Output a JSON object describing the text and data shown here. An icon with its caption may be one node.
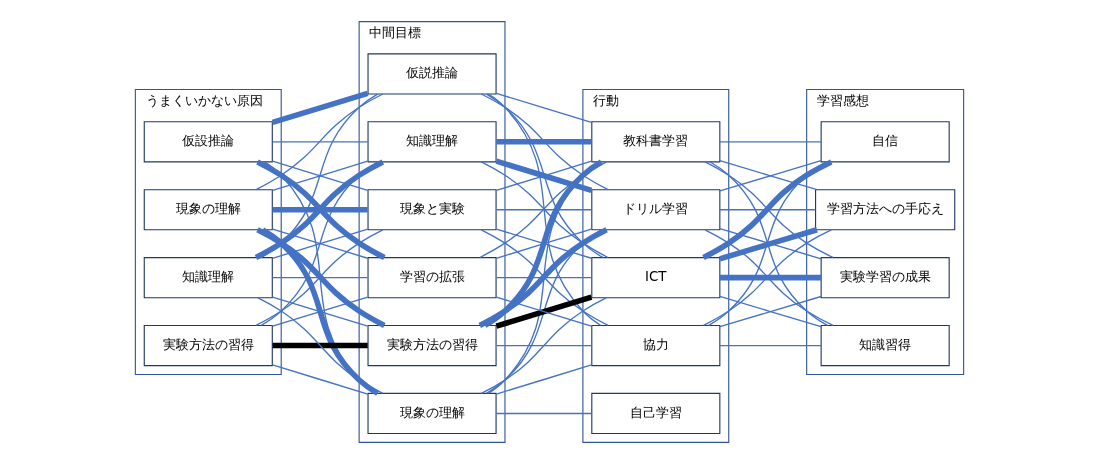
{
  "diagram": {
    "nodes": [
      {
        "text": [
          "うまくいかない原因"
        ]
      },
      {
        "text": [
          "現象の理解"
        ],
        "in": 0
      },
      {
        "text": [
          "仮設推論"
        ],
        "in": 0
      },
      {
        "text": [
          "実験方法の習得"
        ],
        "in": 0
      },
      {
        "text": [
          "知識理解"
        ],
        "in": 0
      },
      {
        "text": [
          "中間目標"
        ]
      },
      {
        "text": [
          "現象の理解"
        ],
        "in": 5
      },
      {
        "text": [
          "現象と実験"
        ],
        "in": 5
      },
      {
        "text": [
          "仮説推論"
        ],
        "in": 5
      },
      {
        "text": [
          "実験方法の習得"
        ],
        "in": 5
      },
      {
        "text": [
          "学習の拡張"
        ],
        "in": 5
      },
      {
        "text": [
          "知識理解"
        ],
        "in": 5
      },
      {
        "text": [
          "行動"
        ]
      },
      {
        "text": [
          "教科書学習"
        ],
        "in": 12
      },
      {
        "text": [
          "ドリル学習"
        ],
        "in": 12
      },
      {
        "text": [
          "協力"
        ],
        "in": 12
      },
      {
        "text": [
          "自己学習"
        ],
        "in": 12
      },
      {
        "text": [
          "ICT"
        ],
        "in": 12
      },
      {
        "text": [
          "学習感想"
        ]
      },
      {
        "text": [
          "自信"
        ],
        "in": 18
      },
      {
        "text": [
          "学習方法への手応え"
        ],
        "in": 18
      },
      {
        "text": [
          "実験学習の成果"
        ],
        "in": 18
      },
      {
        "text": [
          "知識習得"
        ],
        "in": 18
      }
    ],
    "edges": [
      {
        "from": 1,
        "to": 6,
        "arrow": "none",
        "style": "thick"
      },
      {
        "from": 1,
        "to": 7,
        "arrow": "none",
        "style": "thick"
      },
      {
        "from": 1,
        "to": 8,
        "arrow": "none"
      },
      {
        "from": 1,
        "to": 9,
        "arrow": "none",
        "style": "thick"
      },
      {
        "from": 1,
        "to": 10,
        "arrow": "none"
      },
      {
        "from": 1,
        "to": 11,
        "arrow": "none"
      },
      {
        "from": 2,
        "to": 6,
        "arrow": "none"
      },
      {
        "from": 2,
        "to": 7,
        "arrow": "none"
      },
      {
        "from": 2,
        "to": 8,
        "arrow": "none",
        "style": "thick"
      },
      {
        "from": 2,
        "to": 10,
        "arrow": "none",
        "style": "thick"
      },
      {
        "from": 2,
        "to": 11,
        "arrow": "none"
      },
      {
        "from": 3,
        "to": 6,
        "arrow": "none"
      },
      {
        "from": 3,
        "to": 7,
        "arrow": "none"
      },
      {
        "from": 3,
        "to": 9,
        "arrow": "none",
        "style": "thick",
        "color": "#000000"
      },
      {
        "from": 3,
        "to": 10,
        "arrow": "none"
      },
      {
        "from": 3,
        "to": 11,
        "arrow": "none"
      },
      {
        "from": 4,
        "to": 6,
        "arrow": "none"
      },
      {
        "from": 4,
        "to": 7,
        "arrow": "none"
      },
      {
        "from": 4,
        "to": 8,
        "arrow": "none"
      },
      {
        "from": 4,
        "to": 9,
        "arrow": "none"
      },
      {
        "from": 4,
        "to": 10,
        "arrow": "none"
      },
      {
        "from": 4,
        "to": 11,
        "arrow": "none",
        "style": "thick"
      },
      {
        "from": 6,
        "to": 13,
        "arrow": "none"
      },
      {
        "from": 6,
        "to": 14,
        "arrow": "none"
      },
      {
        "from": 6,
        "to": 15,
        "arrow": "none"
      },
      {
        "from": 6,
        "to": 16,
        "arrow": "none"
      },
      {
        "from": 6,
        "to": 17,
        "arrow": "none"
      },
      {
        "from": 7,
        "to": 13,
        "arrow": "none"
      },
      {
        "from": 7,
        "to": 14,
        "arrow": "none"
      },
      {
        "from": 7,
        "to": 15,
        "arrow": "none"
      },
      {
        "from": 7,
        "to": 17,
        "arrow": "none"
      },
      {
        "from": 8,
        "to": 13,
        "arrow": "none"
      },
      {
        "from": 8,
        "to": 14,
        "arrow": "none"
      },
      {
        "from": 8,
        "to": 15,
        "arrow": "none"
      },
      {
        "from": 8,
        "to": 17,
        "arrow": "none"
      },
      {
        "from": 9,
        "to": 13,
        "arrow": "none",
        "style": "thick"
      },
      {
        "from": 9,
        "to": 14,
        "arrow": "none",
        "style": "thick"
      },
      {
        "from": 9,
        "to": 15,
        "arrow": "none"
      },
      {
        "from": 9,
        "to": 17,
        "arrow": "none",
        "style": "thick",
        "color": "#000000"
      },
      {
        "from": 10,
        "to": 13,
        "arrow": "none"
      },
      {
        "from": 10,
        "to": 14,
        "arrow": "none"
      },
      {
        "from": 10,
        "to": 15,
        "arrow": "none"
      },
      {
        "from": 10,
        "to": 17,
        "arrow": "none"
      },
      {
        "from": 11,
        "to": 13,
        "arrow": "none",
        "style": "thick"
      },
      {
        "from": 11,
        "to": 14,
        "arrow": "none",
        "style": "thick"
      },
      {
        "from": 11,
        "to": 17,
        "arrow": "none"
      },
      {
        "from": 13,
        "to": 19,
        "arrow": "none"
      },
      {
        "from": 13,
        "to": 20,
        "arrow": "none"
      },
      {
        "from": 13,
        "to": 21,
        "arrow": "none"
      },
      {
        "from": 13,
        "to": 22,
        "arrow": "none"
      },
      {
        "from": 14,
        "to": 19,
        "arrow": "none"
      },
      {
        "from": 14,
        "to": 20,
        "arrow": "none"
      },
      {
        "from": 14,
        "to": 21,
        "arrow": "none"
      },
      {
        "from": 14,
        "to": 22,
        "arrow": "none"
      },
      {
        "from": 15,
        "to": 19,
        "arrow": "none"
      },
      {
        "from": 15,
        "to": 20,
        "arrow": "none"
      },
      {
        "from": 15,
        "to": 21,
        "arrow": "none"
      },
      {
        "from": 15,
        "to": 22,
        "arrow": "none"
      },
      {
        "from": 17,
        "to": 19,
        "arrow": "none",
        "style": "thick"
      },
      {
        "from": 17,
        "to": 20,
        "arrow": "none",
        "style": "thick"
      },
      {
        "from": 17,
        "to": 21,
        "arrow": "none",
        "style": "thick"
      },
      {
        "from": 17,
        "to": 22,
        "arrow": "none"
      }
    ]
  }
}
